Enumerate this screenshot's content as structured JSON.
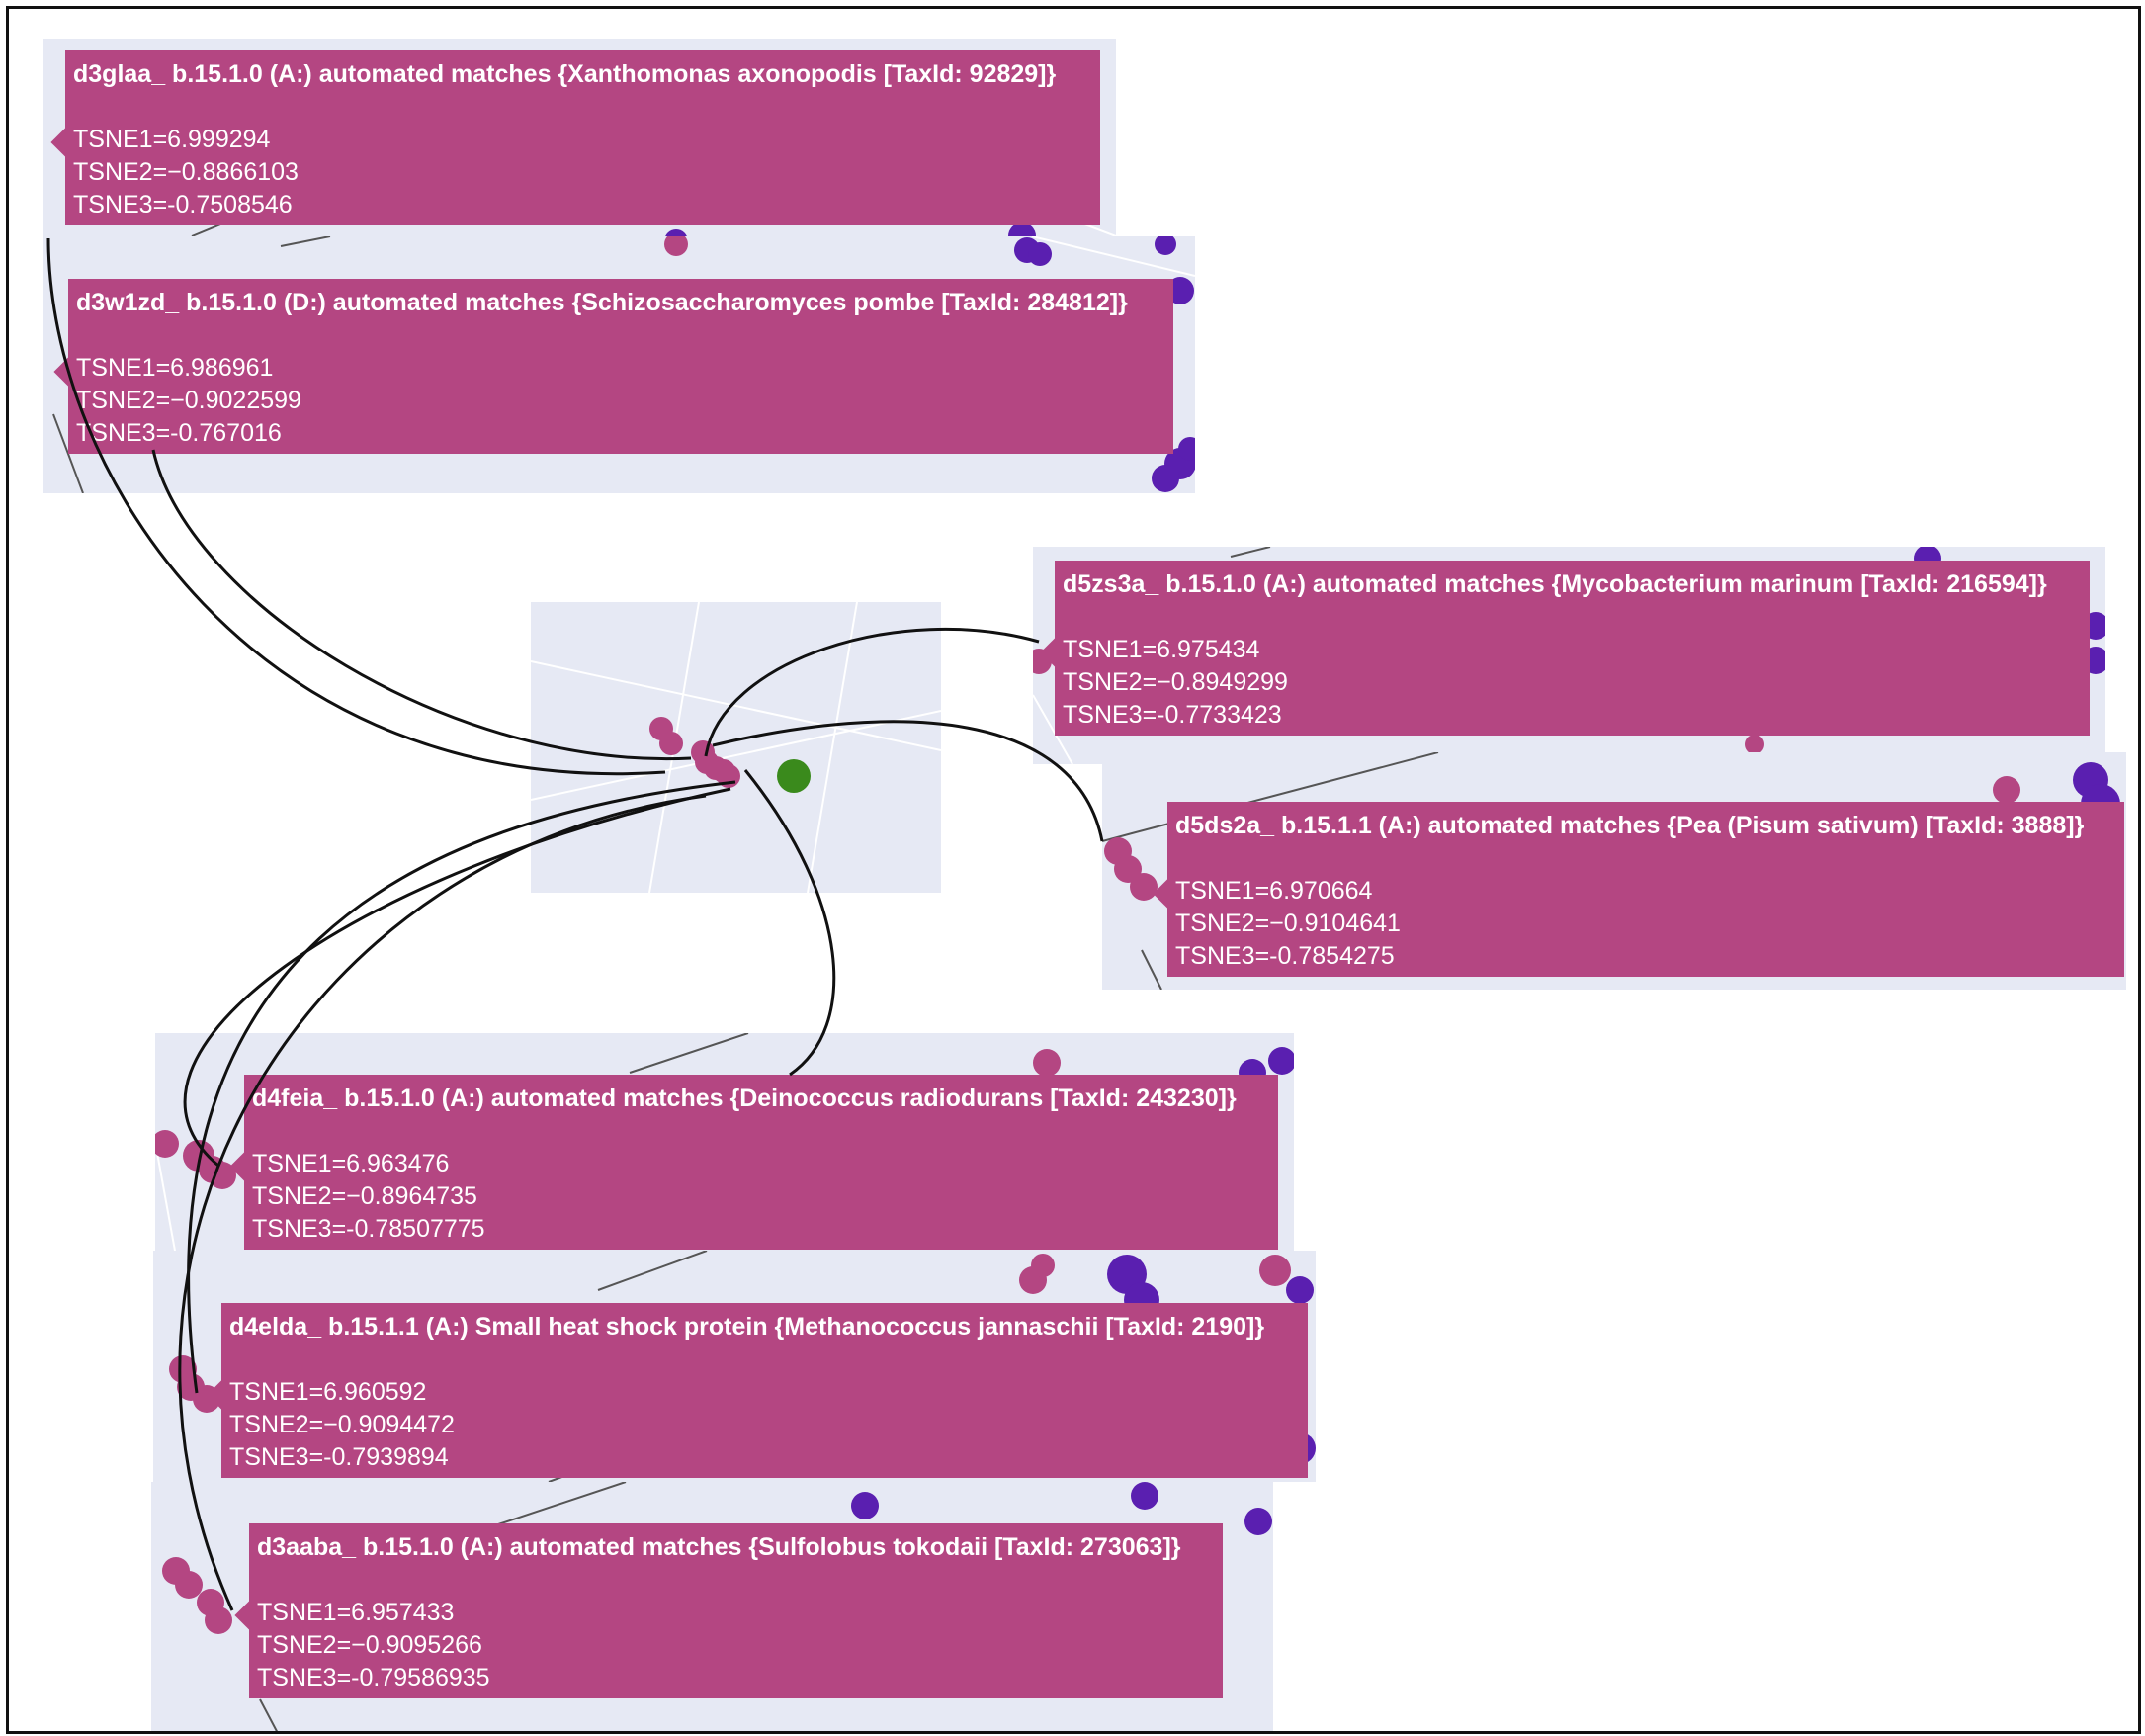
{
  "tooltips": [
    {
      "title": "d3glaa_ b.15.1.0 (A:) automated matches {Xanthomonas axonopodis [TaxId: 92829]}",
      "tsne1": "TSNE1=6.999294",
      "tsne2": "TSNE2=−0.8866103",
      "tsne3": "TSNE3=-0.7508546"
    },
    {
      "title": "d3w1zd_ b.15.1.0 (D:) automated matches {Schizosaccharomyces pombe [TaxId: 284812]}",
      "tsne1": "TSNE1=6.986961",
      "tsne2": "TSNE2=−0.9022599",
      "tsne3": "TSNE3=-0.767016"
    },
    {
      "title": "d5zs3a_ b.15.1.0 (A:) automated matches {Mycobacterium marinum [TaxId: 216594]}",
      "tsne1": "TSNE1=6.975434",
      "tsne2": "TSNE2=−0.8949299",
      "tsne3": "TSNE3=-0.7733423"
    },
    {
      "title": "d5ds2a_ b.15.1.1 (A:) automated matches {Pea (Pisum sativum) [TaxId: 3888]}",
      "tsne1": "TSNE1=6.970664",
      "tsne2": "TSNE2=−0.9104641",
      "tsne3": "TSNE3=-0.7854275"
    },
    {
      "title": "d4feia_ b.15.1.0 (A:) automated matches {Deinococcus radiodurans [TaxId: 243230]}",
      "tsne1": "TSNE1=6.963476",
      "tsne2": "TSNE2=−0.8964735",
      "tsne3": "TSNE3=-0.78507775"
    },
    {
      "title": "d4elda_ b.15.1.1 (A:) Small heat shock protein {Methanococcus jannaschii [TaxId: 2190]}",
      "tsne1": "TSNE1=6.960592",
      "tsne2": "TSNE2=−0.9094472",
      "tsne3": "TSNE3=-0.7939894"
    },
    {
      "title": "d3aaba_ b.15.1.0 (A:) automated matches {Sulfolobus tokodaii [TaxId: 273063]}",
      "tsne1": "TSNE1=6.957433",
      "tsne2": "TSNE2=−0.9095266",
      "tsne3": "TSNE3=-0.79586935"
    }
  ],
  "colors": {
    "tooltip_bg": "#b44682",
    "marker": "#b44682",
    "query_point": "#3a8a1c",
    "cluster_purple": "#5a1fb0",
    "plot_bg": "#e6e9f4",
    "connector": "#111111"
  }
}
